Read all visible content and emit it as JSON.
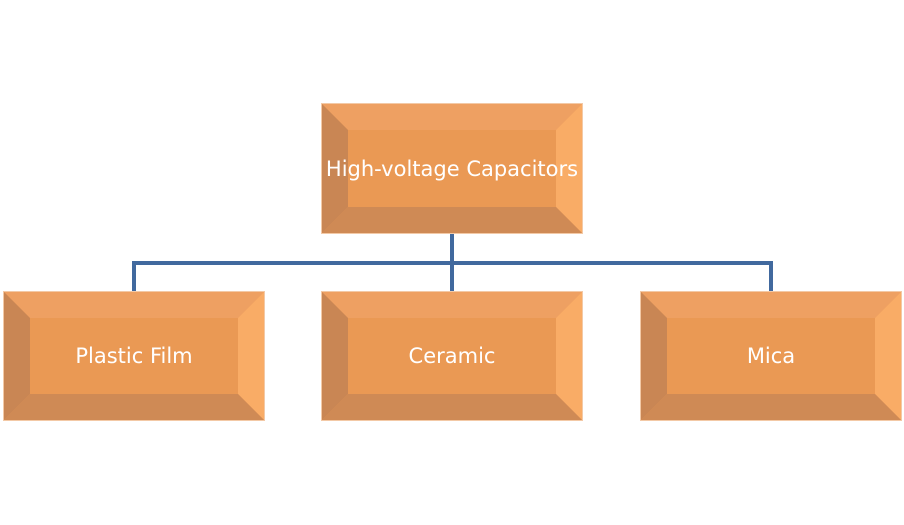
{
  "diagram": {
    "type": "org-chart",
    "colors": {
      "node_fill": "#ea9954",
      "node_text": "#ffffff",
      "connector": "#41699e"
    },
    "root": {
      "label": "High-voltage Capacitors"
    },
    "children": [
      {
        "label": "Plastic Film"
      },
      {
        "label": "Ceramic"
      },
      {
        "label": "Mica"
      }
    ]
  }
}
